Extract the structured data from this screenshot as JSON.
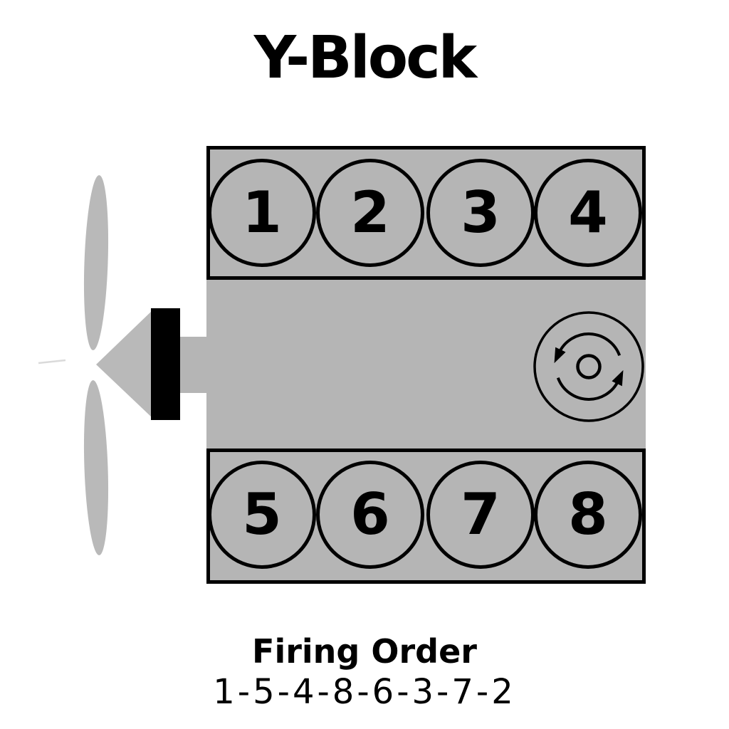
{
  "title": "Y-Block",
  "engine": {
    "bank_top": {
      "cylinders": [
        "1",
        "2",
        "3",
        "4"
      ]
    },
    "bank_bottom": {
      "cylinders": [
        "5",
        "6",
        "7",
        "8"
      ]
    },
    "distributor_rotation": "counterclockwise"
  },
  "footer": {
    "label": "Firing Order",
    "sequence": "1-5-4-8-6-3-7-2"
  },
  "colors": {
    "background": "#ffffff",
    "block_gray": "#b5b5b5",
    "fan_gray": "#b9b9b9",
    "outline_black": "#000000"
  }
}
